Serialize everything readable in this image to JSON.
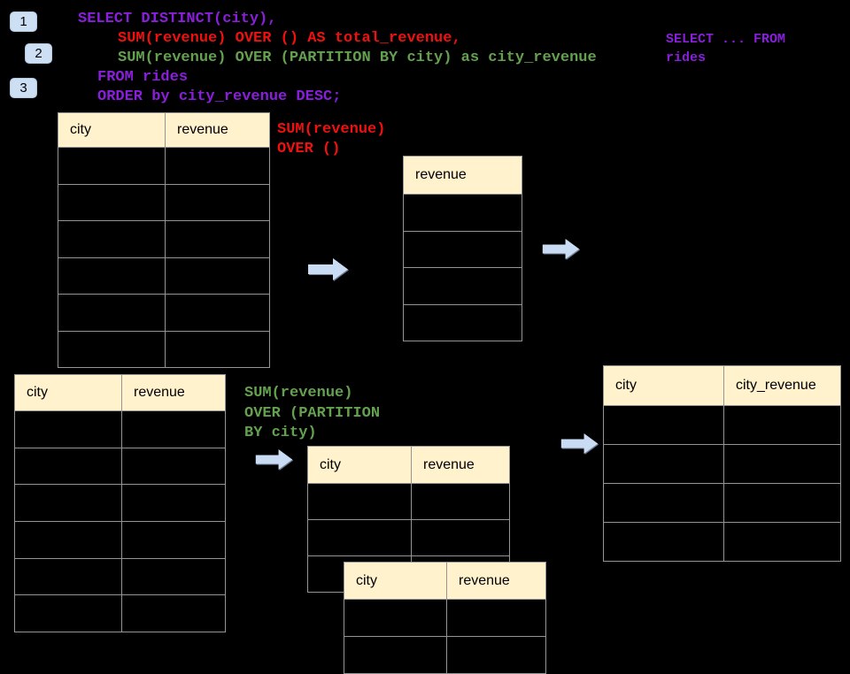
{
  "colors": {
    "background": "#000000",
    "sql_purple": "#8A1FDB",
    "sql_red": "#F01010",
    "sql_green": "#63A14E",
    "table_header_fill": "#FFF2CC",
    "table_border": "#959595",
    "arrow_fill": "#C9DCF3",
    "badge_fill": "#CDDFF2"
  },
  "badges": [
    {
      "label": "1"
    },
    {
      "label": "2"
    },
    {
      "label": "3"
    }
  ],
  "sql": {
    "line1": "SELECT DISTINCT(city),",
    "line2": "SUM(revenue) OVER () AS total_revenue,",
    "line3": "SUM(revenue) OVER (PARTITION BY city) as city_revenue",
    "line4": "FROM rides",
    "line5": "ORDER by city_revenue DESC;"
  },
  "side_note": {
    "line1": "SELECT ... FROM",
    "line2": "rides"
  },
  "labels": {
    "total": {
      "line1": "SUM(revenue)",
      "line2": "OVER ()"
    },
    "partition": {
      "line1": "SUM(revenue)",
      "line2": "OVER (PARTITION",
      "line3": "BY city)"
    }
  },
  "tables": {
    "source_top": {
      "headers": [
        "city",
        "revenue"
      ]
    },
    "total_revenue": {
      "headers": [
        "revenue"
      ]
    },
    "source_bottom": {
      "headers": [
        "city",
        "revenue"
      ]
    },
    "partition_mid": {
      "headers": [
        "city",
        "revenue"
      ]
    },
    "partition_overlap": {
      "headers": [
        "city",
        "revenue"
      ]
    },
    "result": {
      "headers": [
        "city",
        "city_revenue"
      ]
    }
  }
}
